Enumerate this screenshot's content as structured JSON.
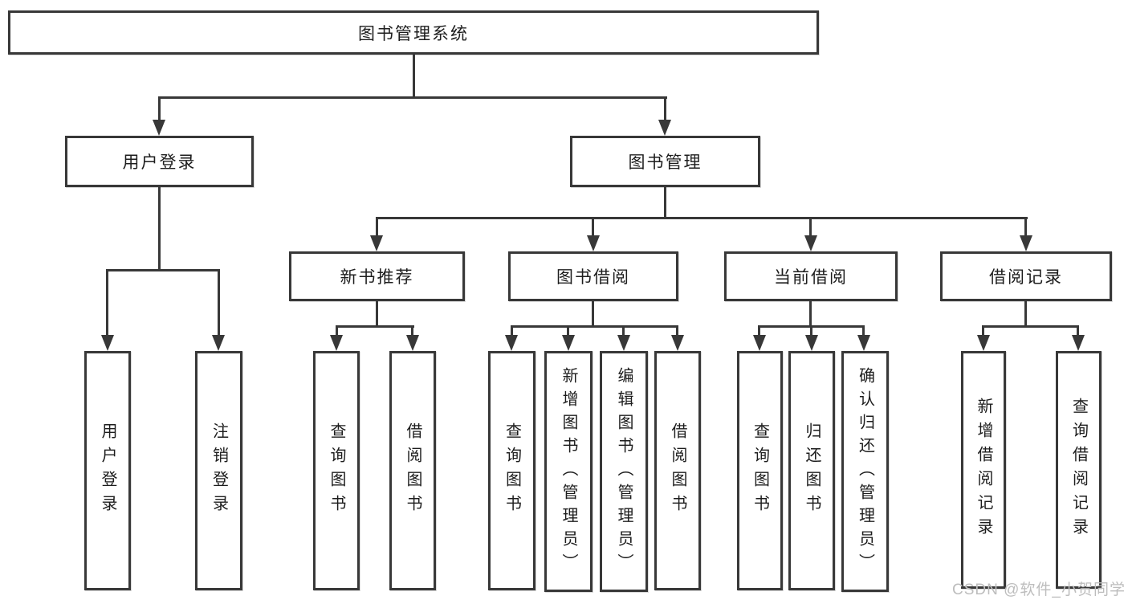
{
  "diagram": {
    "root": "图书管理系统",
    "level2": {
      "user_login": "用户登录",
      "book_management": "图书管理"
    },
    "level3": {
      "new_book_recommend": "新书推荐",
      "book_borrowing": "图书借阅",
      "current_borrowing": "当前借阅",
      "borrowing_records": "借阅记录"
    },
    "leaves": {
      "user_login": "用户登录",
      "logout": "注销登录",
      "rec_query_books": "查询图书",
      "rec_borrow_books": "借阅图书",
      "bor_query_books": "查询图书",
      "bor_add_books_admin": "新增图书（管理员）",
      "bor_edit_books_admin": "编辑图书（管理员）",
      "bor_borrow_books": "借阅图书",
      "cur_query_books": "查询图书",
      "cur_return_books": "归还图书",
      "cur_confirm_return_admin": "确认归还（管理员）",
      "log_add_record": "新增借阅记录",
      "log_query_record": "查询借阅记录"
    }
  },
  "watermark": "CSDN @软件_小贺同学",
  "colors": {
    "line": "#383838",
    "text": "#1d1d1d",
    "watermark": "#bdbdbd",
    "background": "#ffffff"
  }
}
